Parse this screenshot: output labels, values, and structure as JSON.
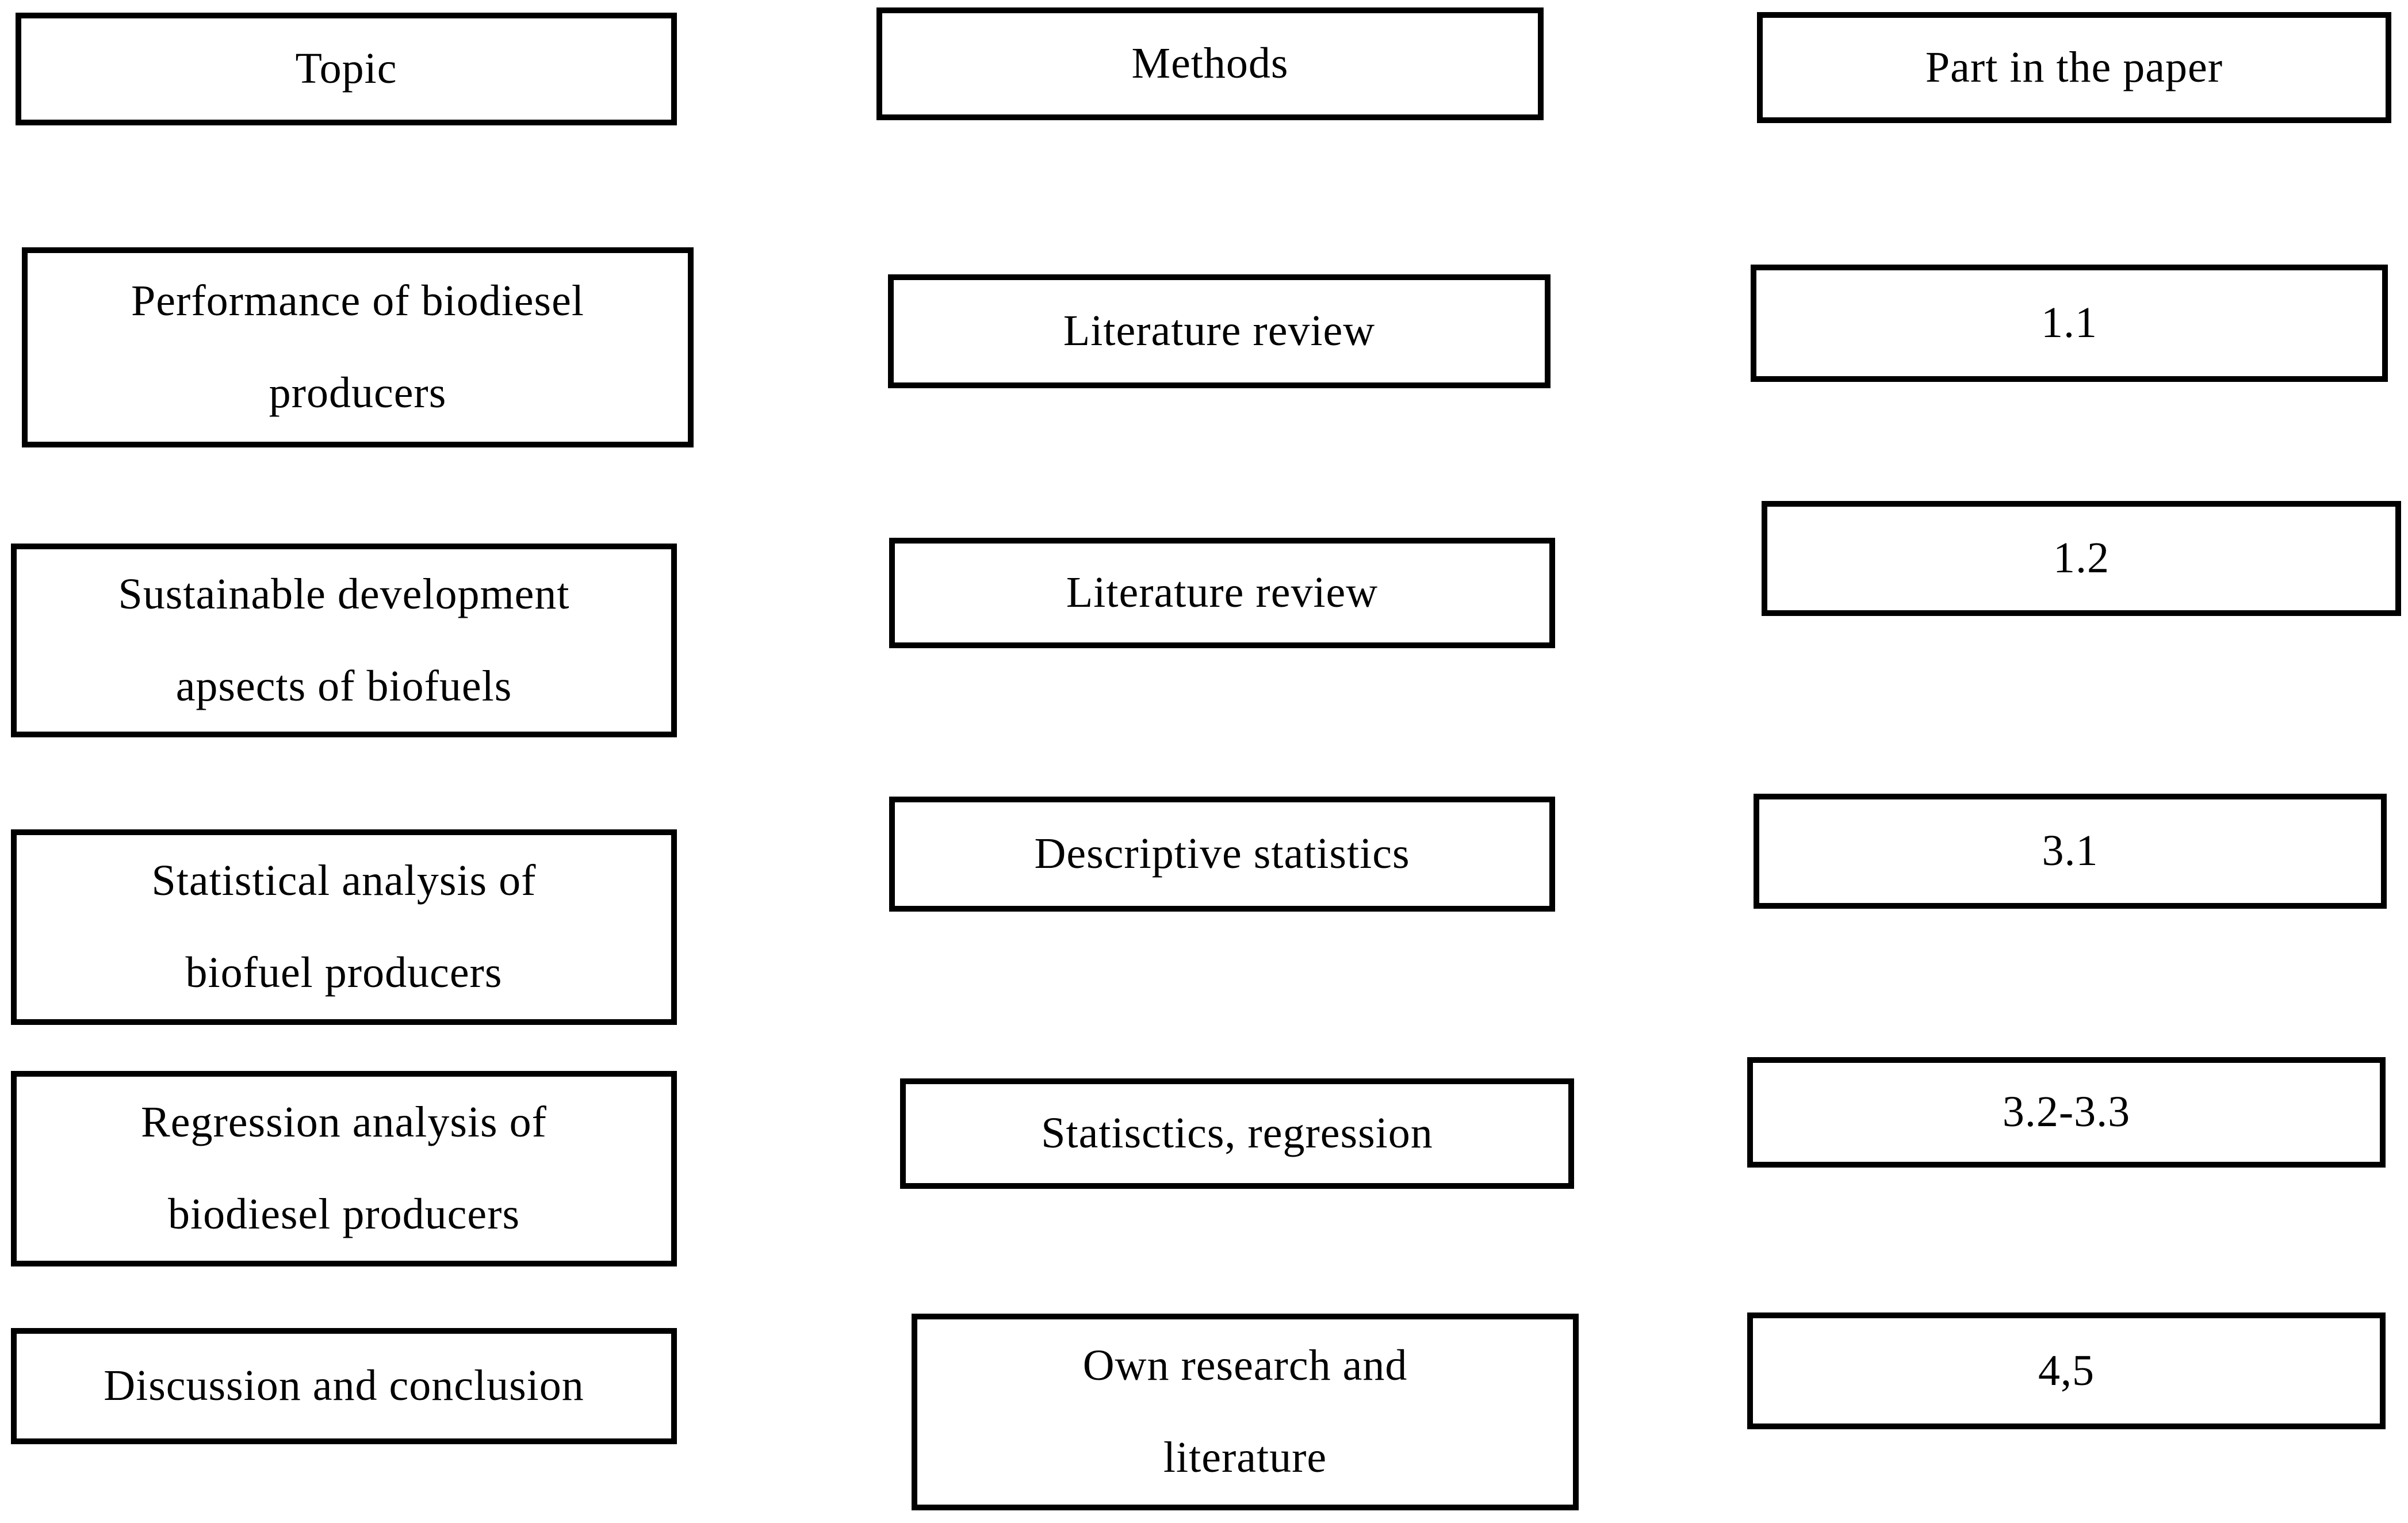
{
  "diagram": {
    "headers": {
      "topic": "Topic",
      "methods": "Methods",
      "part": "Part in the paper"
    },
    "rows": [
      {
        "topic": "Performance of biodiesel\nproducers",
        "method": "Literature review",
        "part": "1.1"
      },
      {
        "topic": "Sustainable development\napsects of biofuels",
        "method": "Literature review",
        "part": "1.2"
      },
      {
        "topic": "Statistical analysis of\nbiofuel producers",
        "method": "Descriptive statistics",
        "part": "3.1"
      },
      {
        "topic": "Regression analysis of\nbiodiesel producers",
        "method": "Statisctics, regression",
        "part": "3.2-3.3"
      },
      {
        "topic": "Discussion and conclusion",
        "method": "Own research and\nliterature",
        "part": "4,5"
      }
    ]
  },
  "colors": {
    "border": "#000000",
    "background": "#ffffff",
    "text": "#000000"
  }
}
